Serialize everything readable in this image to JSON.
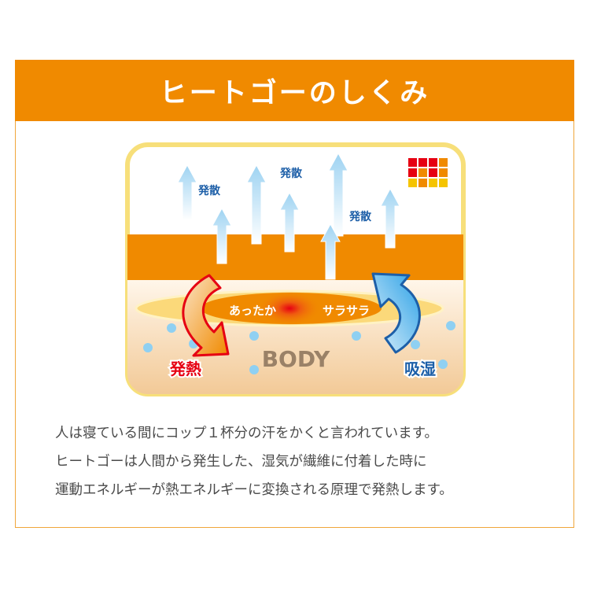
{
  "banner": {
    "title": "ヒートゴーのしくみ"
  },
  "diagram": {
    "release_labels": [
      "発散",
      "発散",
      "発散"
    ],
    "warm_label": "あったか",
    "dry_label": "サラサラ",
    "body_label": "BODY",
    "heat_label": "発熱",
    "absorb_label": "吸湿",
    "logo_colors": [
      "#e60012",
      "#e60012",
      "#e60012",
      "#f08a00",
      "#e60012",
      "#f08a00",
      "#e60012",
      "#f08a00",
      "#f5c400",
      "#f08a00",
      "#f5c400",
      "#f5c400"
    ]
  },
  "description": {
    "line1": "人は寝ている間にコップ１杯分の汗をかくと言われています。",
    "line2": "ヒートゴーは人間から発生した、湿気が繊維に付着した時に",
    "line3": "運動エネルギーが熱エネルギーに変換される原理で発熱します。"
  }
}
